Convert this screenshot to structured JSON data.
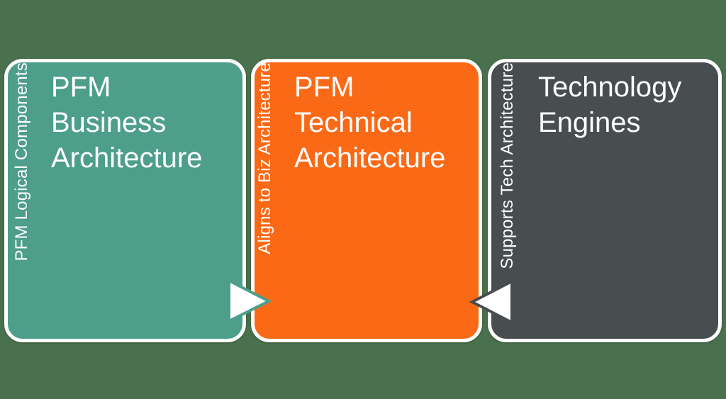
{
  "diagram": {
    "background_color": "#4a714d",
    "box_border_color": "#ffffff",
    "text_color": "#ffffff"
  },
  "boxes": [
    {
      "fill": "#4d9e8a",
      "side_label": "PFM Logical Components",
      "title": "PFM Business Architecture",
      "title_lines": [
        "PFM",
        "Business",
        "Architecture"
      ]
    },
    {
      "fill": "#fa6916",
      "side_label": "Aligns to Biz Architecture",
      "title": "PFM Technical Architecture",
      "title_lines": [
        "PFM",
        "Technical",
        "Architecture"
      ]
    },
    {
      "fill": "#484d4f",
      "side_label": "Supports Tech Architecture",
      "title": "Technology Engines",
      "title_lines": [
        "Technology",
        "Engines"
      ]
    }
  ],
  "arrows": [
    {
      "direction": "right",
      "fill": "#ffffff",
      "stroke": "#4d9e8a"
    },
    {
      "direction": "left",
      "fill": "#ffffff",
      "stroke": "#484d4f"
    }
  ]
}
